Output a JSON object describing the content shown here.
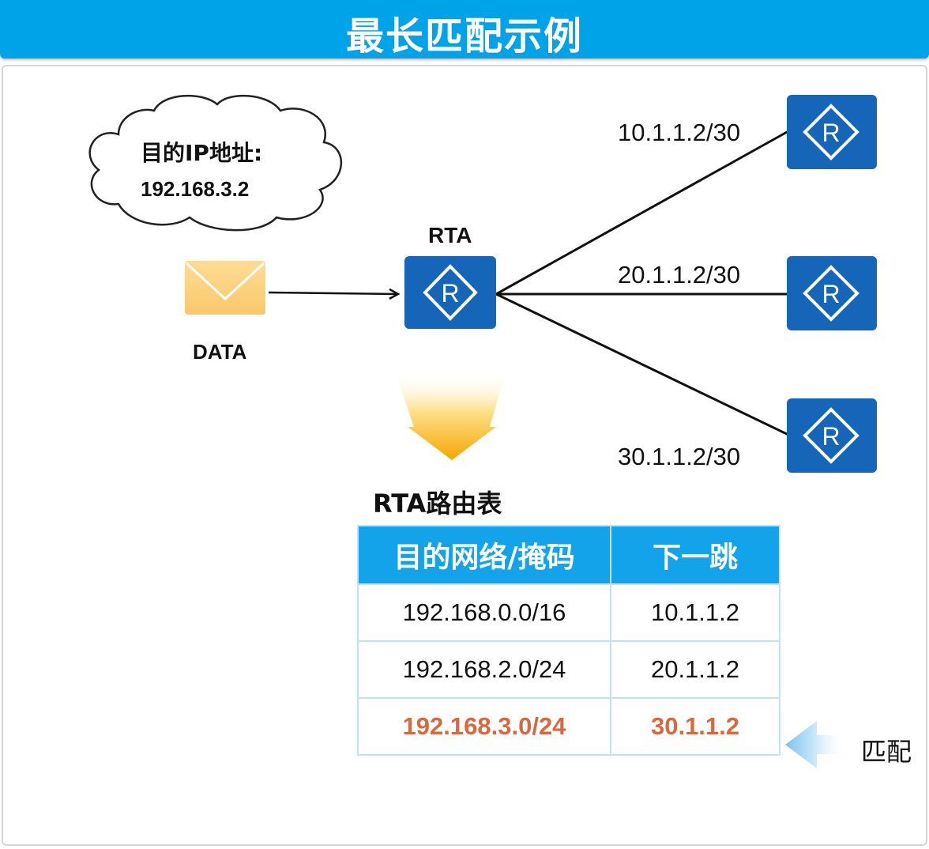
{
  "title": "最长匹配示例",
  "cloud": {
    "label": "目的IP地址:",
    "ip": "192.168.3.2"
  },
  "packet_label": "DATA",
  "router_label": "RTA",
  "router_icon_letter": "R",
  "links": [
    {
      "label": "10.1.1.2/30"
    },
    {
      "label": "20.1.1.2/30"
    },
    {
      "label": "30.1.1.2/30"
    }
  ],
  "route_table": {
    "title": "RTA路由表",
    "headers": [
      "目的网络/掩码",
      "下一跳"
    ],
    "rows": [
      {
        "dest": "192.168.0.0/16",
        "next_hop": "10.1.1.2",
        "matched": false
      },
      {
        "dest": "192.168.2.0/24",
        "next_hop": "20.1.1.2",
        "matched": false
      },
      {
        "dest": "192.168.3.0/24",
        "next_hop": "30.1.1.2",
        "matched": true
      }
    ]
  },
  "match_label": "匹配",
  "colors": {
    "title_bar": "#00a2e8",
    "router": "#1565b8",
    "table_header": "#12a3ea",
    "match_text": "#d8683f",
    "envelope": "#fbd27e",
    "down_arrow": "#f5b400",
    "match_arrow": "#9fd4f5"
  }
}
